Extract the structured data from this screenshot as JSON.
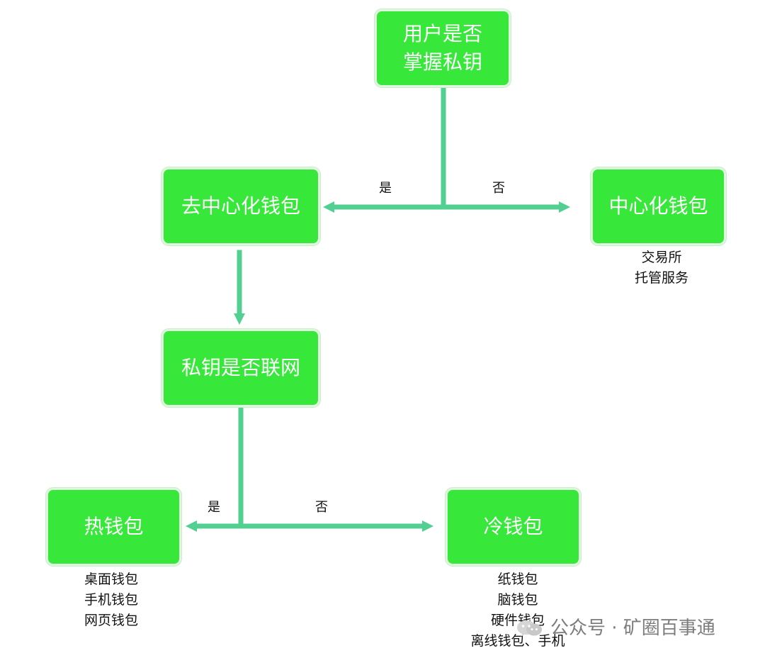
{
  "diagram": {
    "nodes": {
      "root": {
        "line1": "用户是否",
        "line2": "掌握私钥"
      },
      "decentralized": "去中心化钱包",
      "centralized": "中心化钱包",
      "key_online": "私钥是否联网",
      "hot_wallet": "热钱包",
      "cold_wallet": "冷钱包"
    },
    "edge_labels": {
      "top_yes": "是",
      "top_no": "否",
      "bottom_yes": "是",
      "bottom_no": "否"
    },
    "notes": {
      "centralized": [
        "交易所",
        "托管服务"
      ],
      "hot_wallet": [
        "桌面钱包",
        "手机钱包",
        "网页钱包"
      ],
      "cold_wallet": [
        "纸钱包",
        "脑钱包",
        "硬件钱包",
        "离线钱包、手机"
      ]
    }
  },
  "colors": {
    "node_fill": "#37e73a",
    "connector": "#52d091",
    "text": "#111111"
  },
  "icons": {
    "watermark": "wechat-logo-icon"
  },
  "watermark": {
    "text": "公众号 · 矿圈百事通"
  }
}
